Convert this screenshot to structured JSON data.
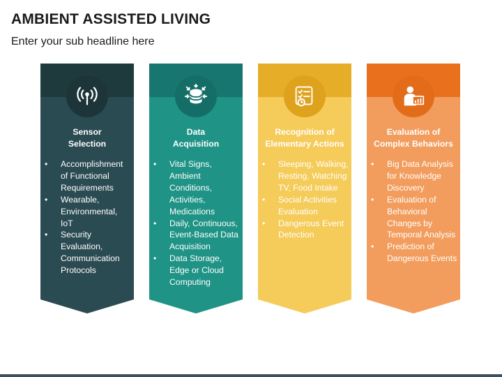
{
  "title": "AMBIENT ASSISTED LIVING",
  "subtitle": "Enter your sub headline here",
  "cards": [
    {
      "heading_line1": "Sensor",
      "heading_line2": "Selection",
      "icon": "wireless-signal-icon",
      "bullets": [
        "Accomplishment of Functional Requirements",
        "Wearable, Environmental, IoT",
        "Security Evaluation, Communication Protocols"
      ]
    },
    {
      "heading_line1": "Data",
      "heading_line2": "Acquisition",
      "icon": "database-arrows-icon",
      "bullets": [
        "Vital Signs, Ambient Conditions, Activities, Medications",
        "Daily, Continuous, Event-Based Data Acquisition",
        "Data Storage, Edge or Cloud Computing"
      ]
    },
    {
      "heading_line1": "Recognition of",
      "heading_line2": "Elementary Actions",
      "icon": "checklist-clock-icon",
      "bullets": [
        "Sleeping, Walking, Resting, Watching TV, Food Intake",
        "Social Activities Evaluation",
        "Dangerous Event Detection"
      ]
    },
    {
      "heading_line1": "Evaluation of",
      "heading_line2": "Complex Behaviors",
      "icon": "user-presentation-icon",
      "bullets": [
        "Big Data Analysis for Knowledge Discovery",
        "Evaluation of Behavioral Changes by Temporal Analysis",
        "Prediction of Dangerous Events"
      ]
    }
  ],
  "colors": {
    "card1": "#2b4b52",
    "card2": "#1f9386",
    "card3": "#f5cb59",
    "card4": "#f29d5d"
  }
}
